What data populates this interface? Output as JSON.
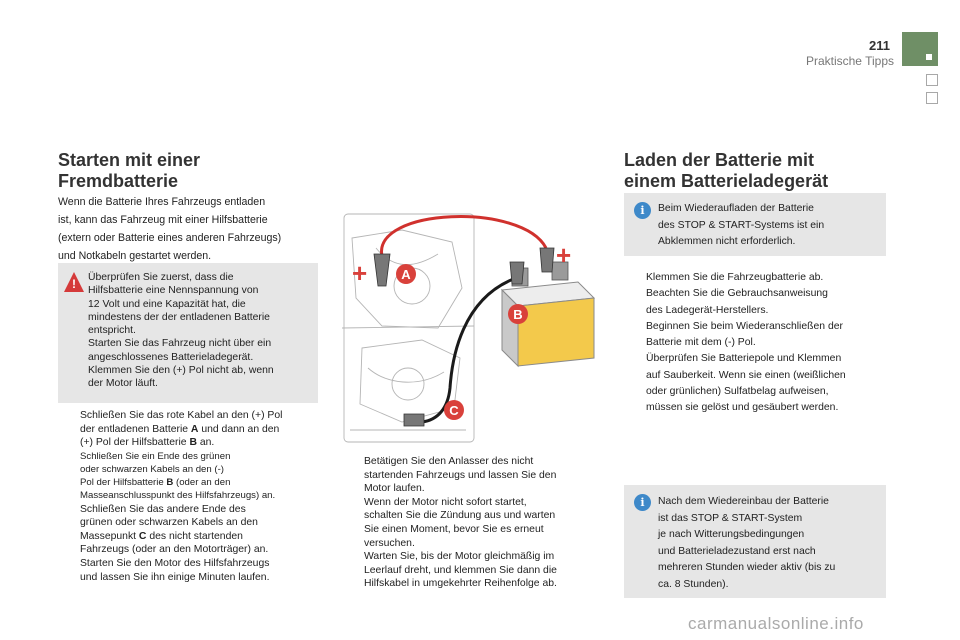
{
  "header": {
    "page_number": "211",
    "section": "Praktische Tipps"
  },
  "left": {
    "title_line1": "Starten mit einer",
    "title_line2": "Fremdbatterie",
    "intro": [
      "Wenn die Batterie Ihres Fahrzeugs entladen",
      "ist, kann das Fahrzeug mit einer Hilfsbatterie",
      "(extern oder Batterie eines anderen Fahrzeugs)",
      "und Notkabeln gestartet werden."
    ],
    "warning": {
      "icon": "warning-icon",
      "lines": [
        "Überprüfen Sie zuerst, dass die",
        "Hilfsbatterie eine Nennspannung von",
        "12 Volt und eine Kapazität hat, die",
        "mindestens der der entladenen Batterie",
        "entspricht.",
        "Starten Sie das Fahrzeug nicht über ein",
        "angeschlossenes Batterieladegerät.",
        "Klemmen Sie den (+) Pol nicht ab, wenn",
        "der Motor läuft."
      ]
    },
    "steps": {
      "s1": {
        "l1": "Schließen Sie das rote Kabel an den (+) Pol",
        "l2a": "der entladenen Batterie ",
        "l2b": "A",
        "l2c": " und dann an den",
        "l3a": "(+) Pol der Hilfsbatterie ",
        "l3b": "B",
        "l3c": " an."
      },
      "s2": {
        "l1": "Schließen Sie ein Ende des grünen",
        "l2": "oder schwarzen Kabels an den (-)",
        "l3a": "Pol der Hilfsbatterie ",
        "l3b": "B",
        "l3c": " (oder an den",
        "l4": "Masseanschlusspunkt des Hilfsfahrzeugs) an."
      },
      "s3": {
        "l1": "Schließen Sie das andere Ende des",
        "l2": "grünen oder schwarzen Kabels an den",
        "l3a": "Massepunkt ",
        "l3b": "C",
        "l3c": " des nicht startenden",
        "l4": "Fahrzeugs (oder an den Motorträger) an."
      },
      "s4": {
        "l1": "Starten Sie den Motor des Hilfsfahrzeugs",
        "l2": "und lassen Sie ihn einige Minuten laufen."
      }
    }
  },
  "diagram": {
    "label_a": "A",
    "label_b": "B",
    "label_c": "C",
    "plus": "+",
    "colors": {
      "red_cable": "#d0312d",
      "black_cable": "#1a1a1a",
      "label": "#d9413b"
    }
  },
  "middle": {
    "s5": {
      "lines": [
        "Betätigen Sie den Anlasser des nicht",
        "startenden Fahrzeugs und lassen Sie den",
        "Motor laufen.",
        "Wenn der Motor nicht sofort startet,",
        "schalten Sie die Zündung aus und warten",
        "Sie einen Moment, bevor Sie es erneut",
        "versuchen."
      ]
    },
    "s6": {
      "lines": [
        "Warten Sie, bis der Motor gleichmäßig im",
        "Leerlauf dreht, und klemmen Sie dann die",
        "Hilfskabel in umgekehrter Reihenfolge ab."
      ]
    }
  },
  "right": {
    "title_line1": "Laden der Batterie mit",
    "title_line2": "einem Batterieladegerät",
    "info1": {
      "icon": "info-icon",
      "lines": [
        "Beim Wiederaufladen der Batterie",
        "des STOP & START-Systems ist ein",
        "Abklemmen nicht erforderlich."
      ]
    },
    "steps": {
      "r1": [
        "Klemmen Sie die Fahrzeugbatterie ab."
      ],
      "r2": [
        "Beachten Sie die Gebrauchsanweisung",
        "des Ladegerät-Herstellers."
      ],
      "r3": [
        "Beginnen Sie beim Wiederanschließen der",
        "Batterie mit dem (-) Pol."
      ],
      "r4": [
        "Überprüfen Sie Batteriepole und Klemmen",
        "auf Sauberkeit. Wenn sie einen (weißlichen",
        "oder grünlichen) Sulfatbelag aufweisen,",
        "müssen sie gelöst und gesäubert werden."
      ]
    },
    "info2": {
      "icon": "info-icon",
      "lines": [
        "Nach dem Wiedereinbau der Batterie",
        "ist das STOP & START-System",
        "je nach Witterungsbedingungen",
        "und Batterieladezustand erst nach",
        "mehreren Stunden wieder aktiv (bis zu",
        "ca. 8 Stunden)."
      ]
    }
  },
  "bullet_glyph": "",
  "watermark": "carmanualsonline.info"
}
